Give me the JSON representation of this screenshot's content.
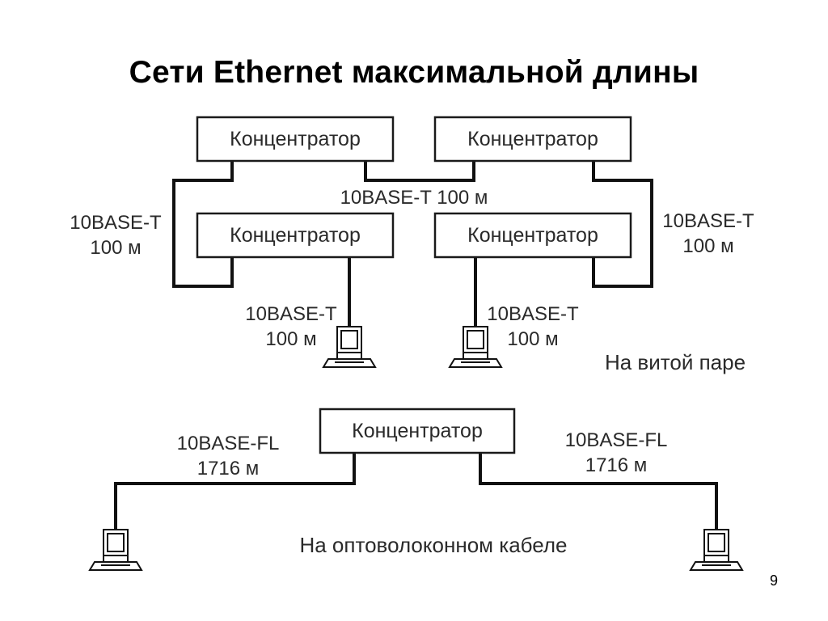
{
  "slide": {
    "title": "Сети Ethernet максимальной длины",
    "page_number": "9"
  },
  "twisted_pair": {
    "section_label": "На витой паре",
    "hub_label": "Концентратор",
    "hubs": [
      "Концентратор",
      "Концентратор",
      "Концентратор",
      "Концентратор"
    ],
    "link_top": "10BASE-T 100 м",
    "link_left": {
      "line1": "10BASE-T",
      "line2": "100 м"
    },
    "link_right": {
      "line1": "10BASE-T",
      "line2": "100 м"
    },
    "link_pc_left": {
      "line1": "10BASE-T",
      "line2": "100 м"
    },
    "link_pc_right": {
      "line1": "10BASE-T",
      "line2": "100 м"
    }
  },
  "fiber": {
    "section_label": "На оптоволоконном кабеле",
    "hub_label": "Концентратор",
    "link_left": {
      "line1": "10BASE-FL",
      "line2": "1716 м"
    },
    "link_right": {
      "line1": "10BASE-FL",
      "line2": "1716 м"
    }
  }
}
